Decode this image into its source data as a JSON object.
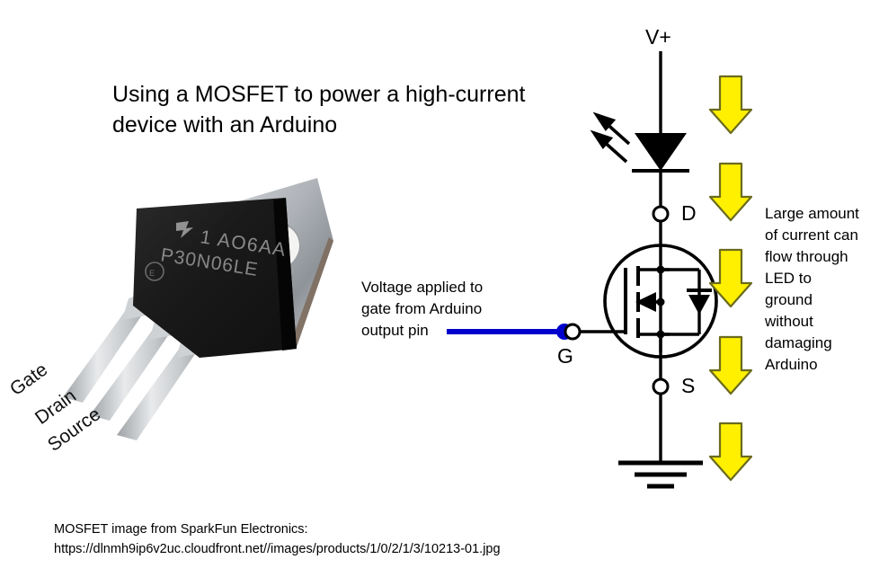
{
  "title": "Using a MOSFET to power a high-current\ndevice with an Arduino",
  "credit": {
    "line1": "MOSFET image from SparkFun Electronics:",
    "line2": "https://dlnmh9ip6v2uc.cloudfront.net//images/products/1/0/2/1/3/10213-01.jpg"
  },
  "annotations": {
    "gate_note": "Voltage applied to\ngate from Arduino\noutput pin",
    "current_note": "Large amount\nof current can\nflow through\nLED to\nground\nwithout\ndamaging\nArduino"
  },
  "circuit": {
    "supply_label": "V+",
    "drain_label": "D",
    "source_label": "S",
    "gate_label": "G",
    "wire_color": "#000000",
    "gate_wire_color": "#0000CC",
    "arrow_fill": "#FFF000",
    "arrow_stroke": "#6B6B1E",
    "arrow_count": 5,
    "components": {
      "led": "led-diode",
      "transistor": "n-channel-mosfet",
      "ground": "ground-symbol"
    }
  },
  "photo": {
    "part_marking_line1": "1 AO6AA",
    "part_marking_line2": "P30N06LE",
    "pins": [
      {
        "label": "Gate"
      },
      {
        "label": "Drain"
      },
      {
        "label": "Source"
      }
    ],
    "body_color": "#1b1b1b",
    "tab_color": "#b9bcc0"
  }
}
